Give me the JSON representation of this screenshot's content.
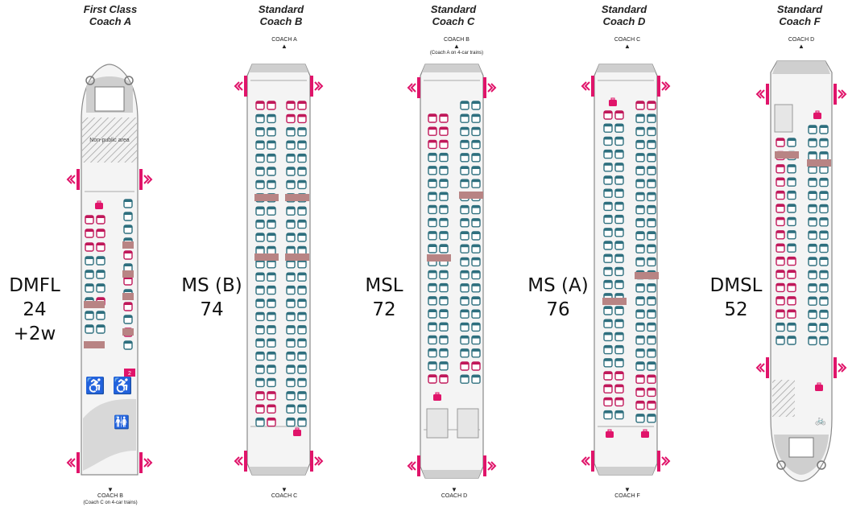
{
  "colors": {
    "seat_standard": "#2e6f7e",
    "seat_priority": "#c0185a",
    "table": "#b88484",
    "door_accent": "#e0146a",
    "body_stroke": "#8a8a8a",
    "body_fill": "#f4f4f4",
    "cab_fill": "#cfcfcf"
  },
  "coaches": [
    {
      "id": "A",
      "header": {
        "line1": "First Class",
        "line2": "Coach A"
      },
      "nav_bottom": {
        "label": "COACH B",
        "sub": "(Coach C on 4-car trains)"
      },
      "labels": [
        "DMFL",
        "24",
        "+2w"
      ],
      "non_public_area_text": "Non-public area",
      "wheelchair_space_count": "2",
      "icons": [
        "luggage-icon",
        "wheelchair-icon",
        "toilet-icon"
      ]
    },
    {
      "id": "B",
      "header": {
        "line1": "Standard",
        "line2": "Coach B"
      },
      "nav_top": {
        "label": "COACH A"
      },
      "nav_bottom": {
        "label": "COACH C"
      },
      "labels": [
        "MS (B)",
        "74"
      ],
      "icons": [
        "luggage-icon"
      ]
    },
    {
      "id": "C",
      "header": {
        "line1": "Standard",
        "line2": "Coach C"
      },
      "nav_top": {
        "label": "COACH B",
        "sub": "(Coach A on 4-car trains)"
      },
      "nav_bottom": {
        "label": "COACH D"
      },
      "labels": [
        "MSL",
        "72"
      ],
      "icons": [
        "luggage-icon"
      ]
    },
    {
      "id": "D",
      "header": {
        "line1": "Standard",
        "line2": "Coach D"
      },
      "nav_top": {
        "label": "COACH C"
      },
      "nav_bottom": {
        "label": "COACH F"
      },
      "labels": [
        "MS (A)",
        "76"
      ],
      "icons": [
        "luggage-icon"
      ]
    },
    {
      "id": "F",
      "header": {
        "line1": "Standard",
        "line2": "Coach F"
      },
      "nav_top": {
        "label": "COACH D"
      },
      "labels": [
        "DMSL",
        "52"
      ],
      "icons": [
        "luggage-icon",
        "bicycle-icon"
      ]
    }
  ]
}
